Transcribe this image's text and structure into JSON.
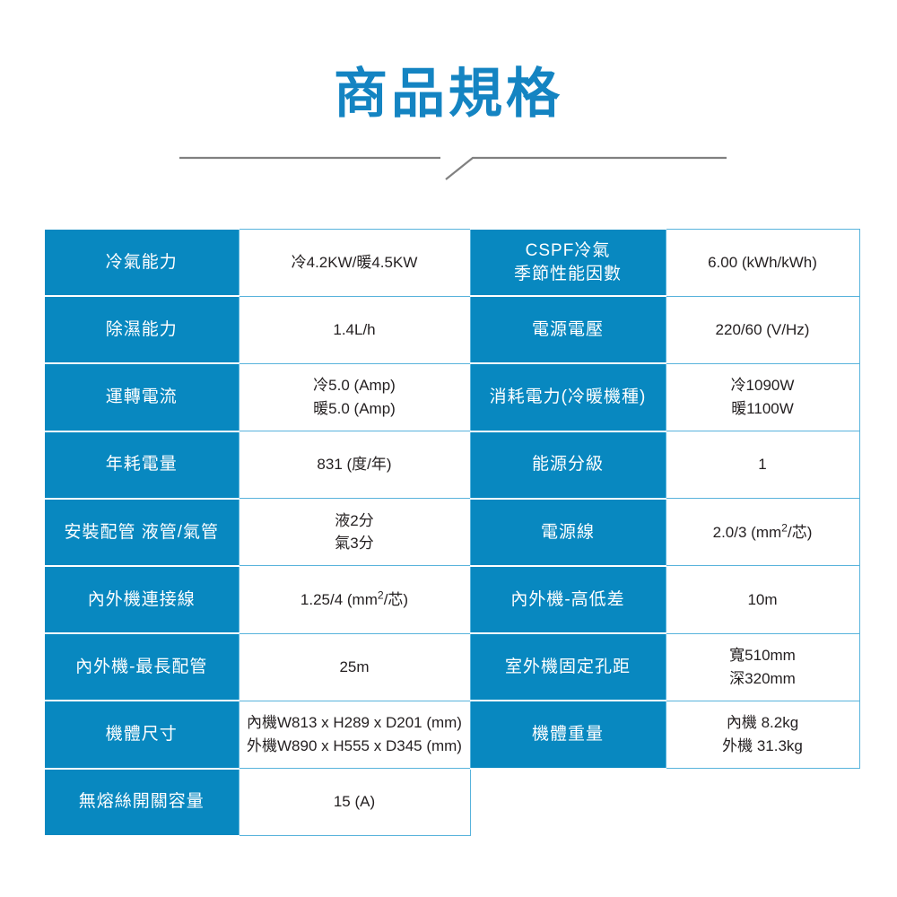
{
  "title": "商品規格",
  "colors": {
    "title_blue": "#1484c2",
    "cell_blue": "#0888c0",
    "cell_border_blue": "#58b3dc",
    "divider_gray": "#808080",
    "value_text": "#231f20"
  },
  "divider": {
    "name": "decorative-divider"
  },
  "table": {
    "rows": [
      {
        "left_label": "冷氣能力",
        "left_value": [
          "冷4.2KW/暖4.5KW"
        ],
        "right_label": [
          "CSPF冷氣",
          "季節性能因數"
        ],
        "right_value": [
          "6.00 (kWh/kWh)"
        ]
      },
      {
        "left_label": "除濕能力",
        "left_value": [
          "1.4L/h"
        ],
        "right_label": [
          "電源電壓"
        ],
        "right_value": [
          "220/60 (V/Hz)"
        ]
      },
      {
        "left_label": "運轉電流",
        "left_value": [
          "冷5.0 (Amp)",
          "暖5.0 (Amp)"
        ],
        "right_label": [
          "消耗電力(冷暖機種)"
        ],
        "right_value": [
          "冷1090W",
          "暖1100W"
        ]
      },
      {
        "left_label": "年耗電量",
        "left_value": [
          "831 (度/年)"
        ],
        "right_label": [
          "能源分級"
        ],
        "right_value": [
          "1"
        ]
      },
      {
        "left_label": "安裝配管 液管/氣管",
        "left_value": [
          "液2分",
          "氣3分"
        ],
        "right_label": [
          "電源線"
        ],
        "right_value": [
          "2.0/3 (mm²/芯)"
        ]
      },
      {
        "left_label": "內外機連接線",
        "left_value": [
          "1.25/4 (mm²/芯)"
        ],
        "right_label": [
          "內外機-高低差"
        ],
        "right_value": [
          "10m"
        ]
      },
      {
        "left_label": "內外機-最長配管",
        "left_value": [
          "25m"
        ],
        "right_label": [
          "室外機固定孔距"
        ],
        "right_value": [
          "寬510mm",
          "深320mm"
        ]
      },
      {
        "left_label": "機體尺寸",
        "left_value": [
          "內機W813 x H289 x D201 (mm)",
          "外機W890 x H555 x D345 (mm)"
        ],
        "right_label": [
          "機體重量"
        ],
        "right_value": [
          "內機 8.2kg",
          "外機 31.3kg"
        ]
      },
      {
        "left_label": "無熔絲開關容量",
        "left_value": [
          "15 (A)"
        ],
        "right_label": [],
        "right_value": []
      }
    ]
  }
}
